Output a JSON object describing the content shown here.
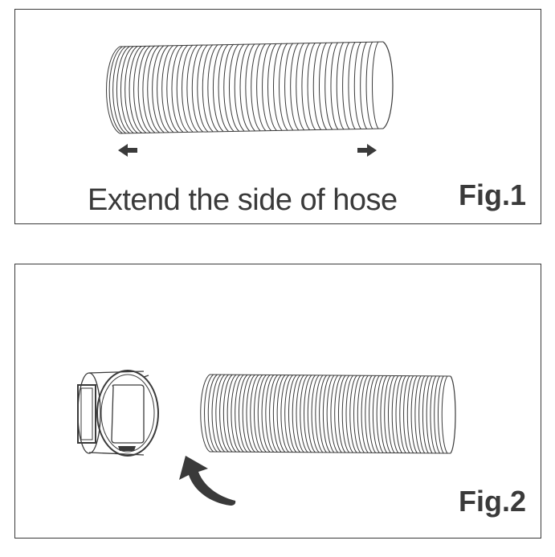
{
  "figure1": {
    "caption": "Extend the side of hose",
    "label": "Fig.1"
  },
  "figure2": {
    "label": "Fig.2"
  },
  "icons": [
    "arrow-left-icon",
    "arrow-right-icon",
    "curved-arrow-icon"
  ],
  "colors": {
    "line": "#3a3a3a",
    "background": "#ffffff"
  }
}
